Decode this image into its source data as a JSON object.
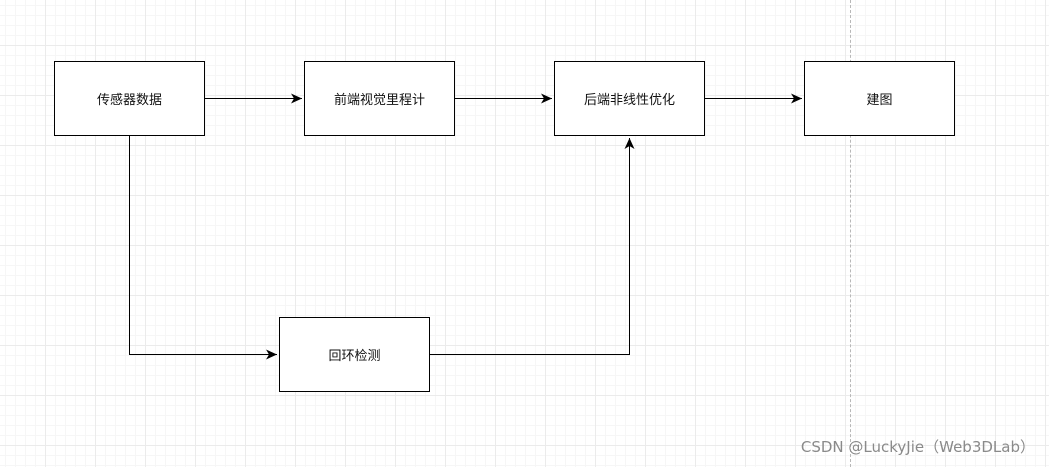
{
  "diagram": {
    "nodes": [
      {
        "id": "sensor",
        "label": "传感器数据"
      },
      {
        "id": "frontend",
        "label": "前端视觉里程计"
      },
      {
        "id": "backend",
        "label": "后端非线性优化"
      },
      {
        "id": "mapping",
        "label": "建图"
      },
      {
        "id": "loop",
        "label": "回环检测"
      }
    ],
    "edges": [
      {
        "from": "sensor",
        "to": "frontend"
      },
      {
        "from": "frontend",
        "to": "backend"
      },
      {
        "from": "backend",
        "to": "mapping"
      },
      {
        "from": "sensor",
        "to": "loop"
      },
      {
        "from": "loop",
        "to": "backend"
      }
    ]
  },
  "watermark": "CSDN @LuckyJie（Web3DLab）",
  "colors": {
    "line": "#000000",
    "box_border": "#000000",
    "grid": "#ebebeb",
    "watermark": "#8a8a8a"
  }
}
